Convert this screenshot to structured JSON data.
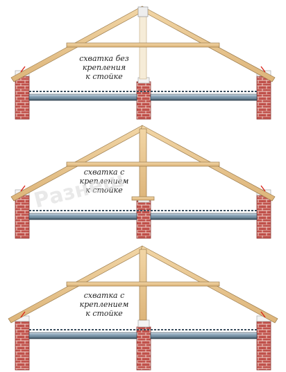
{
  "panels": [
    {
      "label_lines": [
        "схватка без",
        "крепления",
        "к стойке"
      ],
      "tie_attached": false
    },
    {
      "label_lines": [
        "схватка с",
        "креплением",
        "к стойке"
      ],
      "tie_attached": true
    },
    {
      "label_lines": [
        "схватка с",
        "креплением",
        "к стойке"
      ],
      "tie_attached": true
    }
  ],
  "watermark": "Разнеш",
  "colors": {
    "timber": "#e8c48c",
    "timber_edge": "#9a7a4a",
    "brick": "#c0504a",
    "mortar": "#f3dcd6",
    "slab": "#8aa4b8",
    "slab_dark": "#2c3e4c",
    "accent": "#d9261c"
  }
}
